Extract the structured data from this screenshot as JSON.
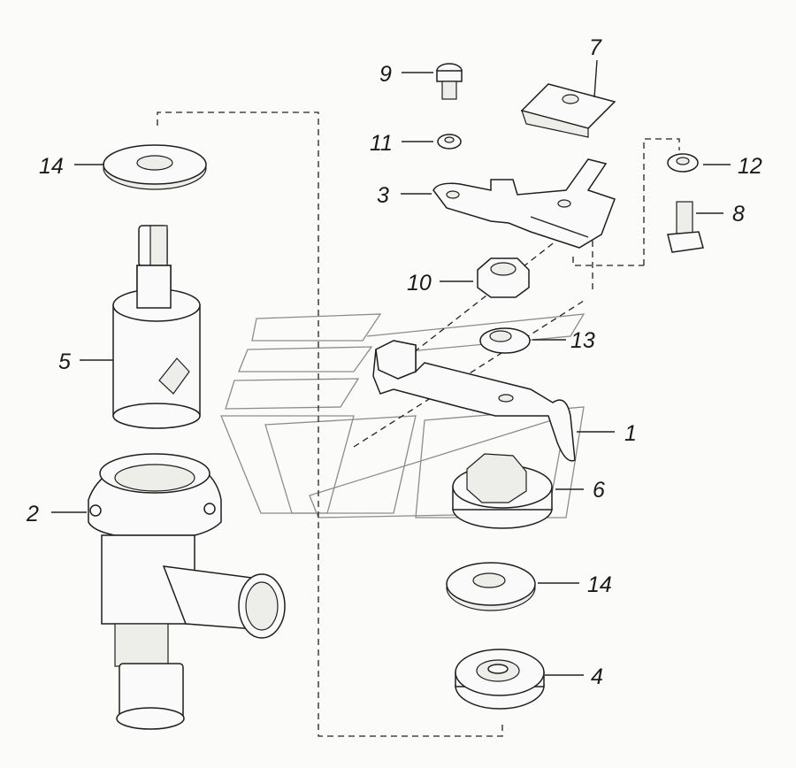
{
  "callouts": {
    "c1": "1",
    "c2": "2",
    "c3": "3",
    "c4": "4",
    "c5": "5",
    "c6": "6",
    "c7": "7",
    "c8": "8",
    "c9": "9",
    "c10": "10",
    "c11": "11",
    "c12": "12",
    "c13": "13",
    "c14a": "14",
    "c14b": "14"
  }
}
